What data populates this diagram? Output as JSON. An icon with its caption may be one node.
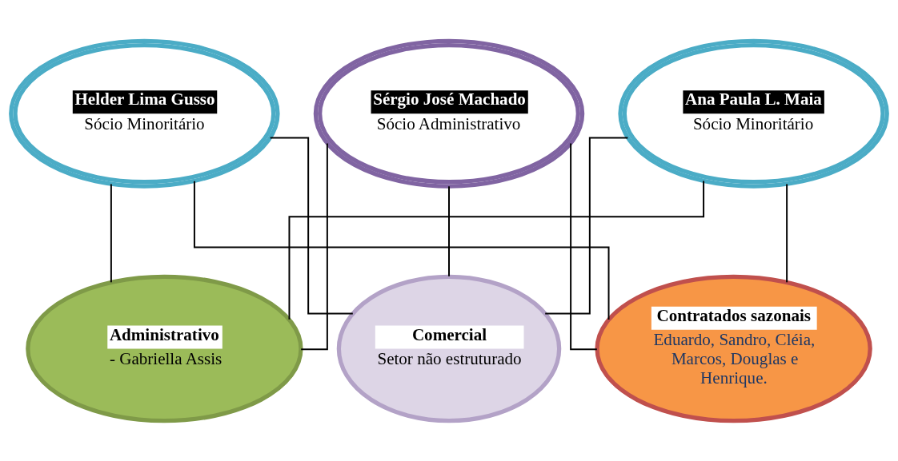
{
  "diagram": {
    "nodes": [
      {
        "text": [
          "Helder Lima Gusso",
          "Sócio Minoritário"
        ]
      },
      {
        "text": [
          "Sérgio José Machado",
          "Sócio Administrativo"
        ]
      },
      {
        "text": [
          "Ana Paula L. Maia",
          "Sócio Minoritário"
        ]
      },
      {
        "text": [
          "Administrativo",
          "- Gabriella Assis"
        ]
      },
      {
        "text": [
          "Comercial",
          "Setor não estruturado"
        ]
      },
      {
        "text": [
          "Contratados sazonais",
          "Eduardo, Sandro, Cléia, Marcos, Douglas e Henrique."
        ]
      }
    ],
    "edges": [
      {
        "from": 0,
        "to": 3,
        "arrow": "none"
      },
      {
        "from": 0,
        "to": 4,
        "arrow": "none"
      },
      {
        "from": 0,
        "to": 5,
        "arrow": "none"
      },
      {
        "from": 1,
        "to": 3,
        "arrow": "none"
      },
      {
        "from": 1,
        "to": 4,
        "arrow": "none"
      },
      {
        "from": 1,
        "to": 5,
        "arrow": "none"
      },
      {
        "from": 2,
        "to": 3,
        "arrow": "none"
      },
      {
        "from": 2,
        "to": 4,
        "arrow": "none"
      },
      {
        "from": 2,
        "to": 5,
        "arrow": "none"
      }
    ]
  }
}
